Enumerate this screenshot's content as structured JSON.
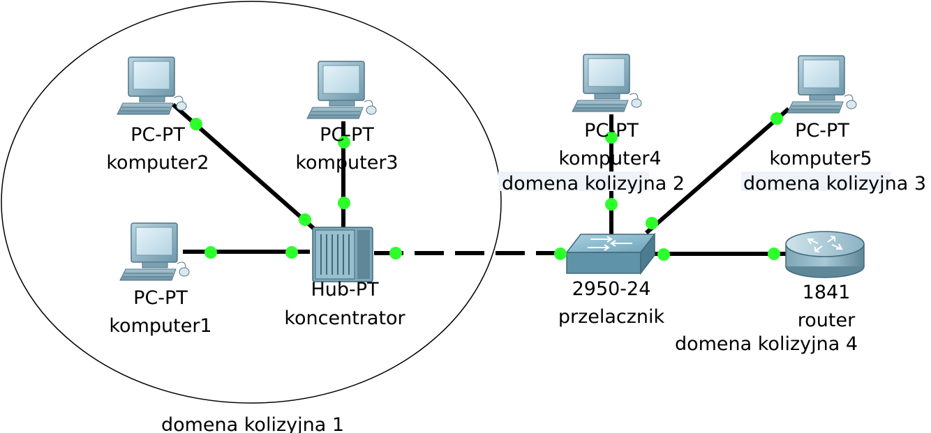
{
  "diagram": {
    "computer1": {
      "model": "PC-PT",
      "name": "komputer1"
    },
    "computer2": {
      "model": "PC-PT",
      "name": "komputer2"
    },
    "computer3": {
      "model": "PC-PT",
      "name": "komputer3"
    },
    "computer4": {
      "model": "PC-PT",
      "name": "komputer4",
      "domain": "domena kolizyjna 2"
    },
    "computer5": {
      "model": "PC-PT",
      "name": "komputer5",
      "domain": "domena kolizyjna 3"
    },
    "hub": {
      "model": "Hub-PT",
      "name": "koncentrator"
    },
    "switch": {
      "model": "2950-24",
      "name": "przelacznik"
    },
    "router": {
      "model": "1841",
      "name": "router",
      "domain": "domena kolizyjna 4"
    },
    "domain1": "domena kolizyjna 1"
  },
  "colors": {
    "link": "#000000",
    "port_indicator": "#2cff2c",
    "device_body": "#8fb6c6",
    "screen": "#cfe6f1"
  },
  "icons": [
    "pc-icon",
    "hub-icon",
    "switch-icon",
    "router-icon"
  ]
}
